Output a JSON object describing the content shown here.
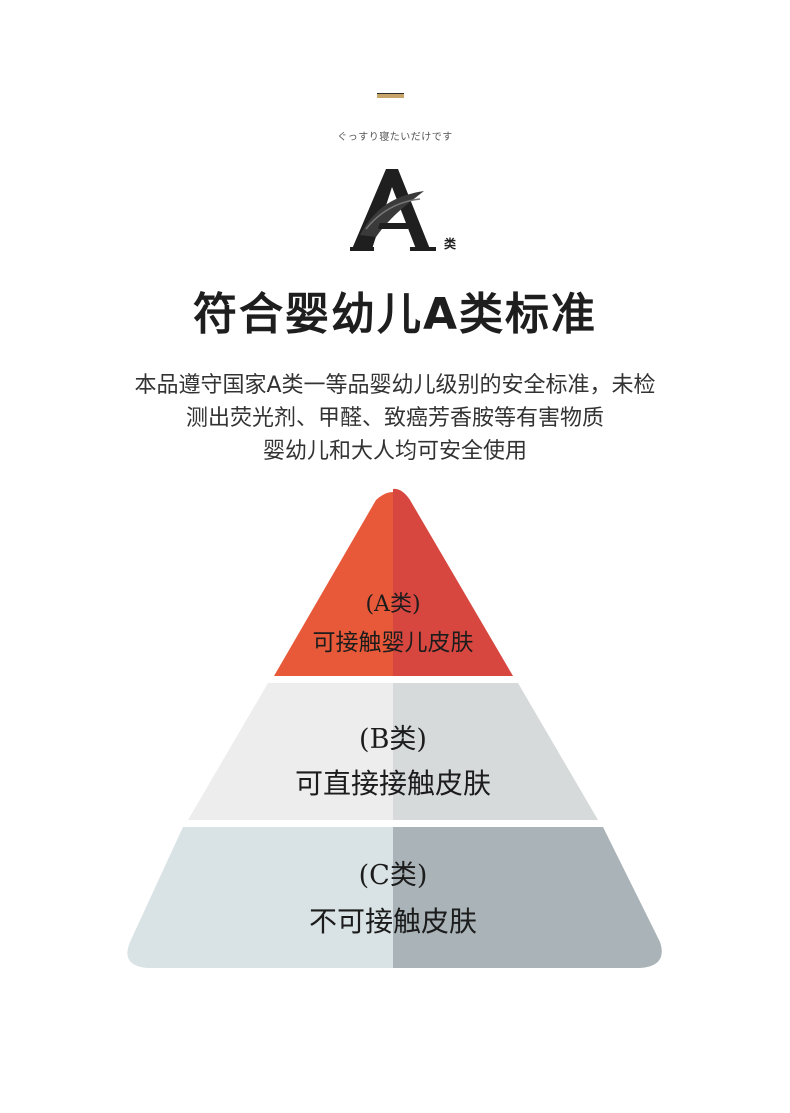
{
  "header": {
    "tagline_jp": "ぐっすり寝たいだけです",
    "logo_letter": "A",
    "logo_suffix": "类",
    "headline": "符合婴幼儿A类标准",
    "description_lines": [
      "本品遵守国家A类一等品婴幼儿级别的安全标准，未检",
      "测出荧光剂、甲醛、致癌芳香胺等有害物质",
      "婴幼儿和大人均可安全使用"
    ]
  },
  "pyramid": {
    "tiers": [
      {
        "grade": "(A类)",
        "text": "可接触婴儿皮肤",
        "color_left": "#e8593a",
        "color_right": "#d8473f"
      },
      {
        "grade": "(B类)",
        "text": "可直接接触皮肤",
        "color_left": "#ededed",
        "color_right": "#d6dadb"
      },
      {
        "grade": "(C类)",
        "text": "不可接触皮肤",
        "color_left": "#d9e2e4",
        "color_right": "#aab4b8"
      }
    ]
  }
}
